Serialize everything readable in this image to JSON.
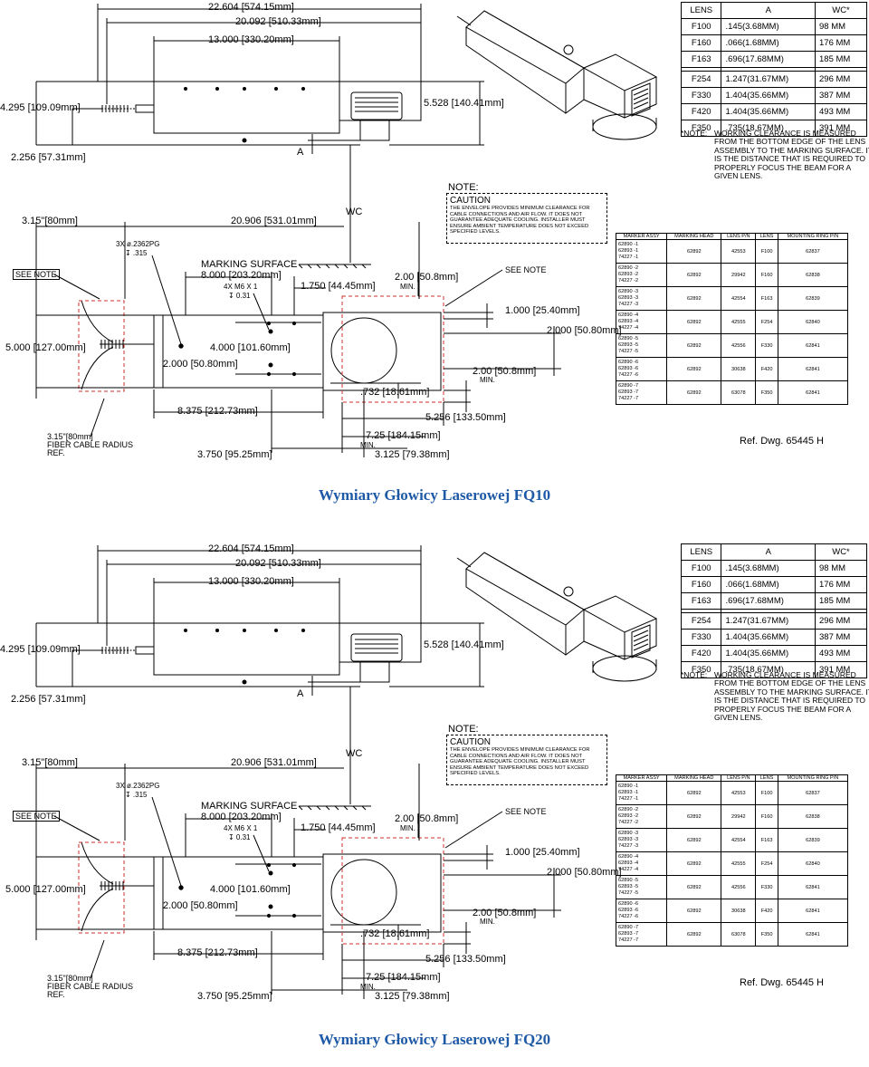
{
  "figures": [
    {
      "heading": "Wymiary Głowicy Laserowej FQ10",
      "dims": {
        "overall_length": "22.604 [574.15mm]",
        "body_length": "20.092 [510.33mm]",
        "housing_length": "13.000 [330.20mm]",
        "height_total": "4.295 [109.09mm]",
        "height_body": "2.256 [57.31mm]",
        "height_head": "5.528 [140.41mm]",
        "a_label": "A",
        "wc_label": "WC",
        "bend_width": "3.15\"[80mm]",
        "envelope_length": "20.906 [531.01mm]",
        "holes": "3X ø.2362PG",
        "holes_depth": "↧ .315",
        "marking_surface": "MARKING SURFACE",
        "mount_spacing": "8.000 [203.20mm]",
        "m6": "4X M6 X 1",
        "m6_depth": "↧ 0.31",
        "offset_1750": "1.750 [44.45mm]",
        "clear_top": "2.00 [50.8mm]",
        "min": "MIN.",
        "see_note_left": "SEE NOTE",
        "see_note_right": "SEE NOTE",
        "d_1000": "1.000 [25.40mm]",
        "d_2000_right": "2.000 [50.80mm]",
        "d_5000": "5.000 [127.00mm]",
        "d_4000": "4.000 [101.60mm]",
        "d_2000_left": "2.000 [50.80mm]",
        "clear_bottom": "2.00 [50.8mm]",
        "d_732": ".732 [18.61mm]",
        "d_8375": "8.375 [212.73mm]",
        "d_5256": "5.256 [133.50mm]",
        "d_725": "7.25 [184.15mm]",
        "d_3750": "3.750 [95.25mm]",
        "d_3125": "3.125 [79.38mm]",
        "fiber_radius": "3.15\"[80mm]",
        "fiber_label": "FIBER CABLE RADIUS",
        "fiber_ref": "REF."
      },
      "caution": {
        "title": "NOTE:",
        "heading": "CAUTION",
        "text": "THE ENVELOPE PROVIDES MINIMUM CLEARANCE FOR CABLE CONNECTIONS AND AIR FLOW. IT DOES NOT GUARANTEE ADEQUATE COOLING. INSTALLER MUST ENSURE AMBIENT TEMPERATURE DOES NOT EXCEED SPECIFIED LEVELS."
      },
      "lens_table": {
        "headers": [
          "LENS",
          "A",
          "WC*"
        ],
        "rows": [
          [
            "F100",
            ".145(3.68MM)",
            "98 MM"
          ],
          [
            "F160",
            ".066(1.68MM)",
            "176 MM"
          ],
          [
            "F163",
            ".696(17.68MM)",
            "185 MM"
          ],
          [
            "F254",
            "1.247(31.67MM)",
            "296 MM"
          ],
          [
            "F330",
            "1.404(35.66MM)",
            "387 MM"
          ],
          [
            "F420",
            "1.404(35.66MM)",
            "493 MM"
          ],
          [
            "F350",
            ".735(18.67MM)",
            "391 MM"
          ]
        ]
      },
      "wc_note": {
        "label": "*NOTE:",
        "text": "WORKING CLEARANCE IS MEASURED FROM THE BOTTOM EDGE OF THE LENS ASSEMBLY TO THE MARKING SURFACE. IT IS THE DISTANCE THAT IS REQUIRED TO PROPERLY FOCUS THE BEAM FOR A GIVEN LENS."
      },
      "marker_table": {
        "headers": [
          "MARKER ASSY",
          "MARKING HEAD",
          "LENS P/N",
          "LENS",
          "MOUNTING RING P/N"
        ],
        "rows": [
          [
            "62890 -1",
            "62893 -1",
            "74227 -1",
            "62892",
            "42553",
            "F100",
            "62837"
          ],
          [
            "62890 -2",
            "62893 -2",
            "74227 -2",
            "62892",
            "29942",
            "F160",
            "62838"
          ],
          [
            "62890 -3",
            "62893 -3",
            "74227 -3",
            "62892",
            "42554",
            "F163",
            "62839"
          ],
          [
            "62890 -4",
            "62893 -4",
            "74227 -4",
            "62892",
            "42555",
            "F254",
            "62840"
          ],
          [
            "62890 -5",
            "62893 -5",
            "74227 -5",
            "62892",
            "42556",
            "F330",
            "62841"
          ],
          [
            "62890 -6",
            "62893 -6",
            "74227 -6",
            "62892",
            "30638",
            "F420",
            "62841"
          ],
          [
            "62890 -7",
            "62893 -7",
            "74227 -7",
            "62892",
            "63078",
            "F350",
            "62841"
          ]
        ]
      },
      "ref": "Ref. Dwg. 65445 H"
    },
    {
      "heading": "Wymiary Głowicy Laserowej FQ20",
      "dims": {
        "overall_length": "22.604 [574.15mm]",
        "body_length": "20.092 [510.33mm]",
        "housing_length": "13.000 [330.20mm]",
        "height_total": "4.295 [109.09mm]",
        "height_body": "2.256 [57.31mm]",
        "height_head": "5.528 [140.41mm]",
        "a_label": "A",
        "wc_label": "WC",
        "bend_width": "3.15\"[80mm]",
        "envelope_length": "20.906 [531.01mm]",
        "holes": "3X ø.2362PG",
        "holes_depth": "↧ .315",
        "marking_surface": "MARKING SURFACE",
        "mount_spacing": "8.000 [203.20mm]",
        "m6": "4X M6 X 1",
        "m6_depth": "↧ 0.31",
        "offset_1750": "1.750 [44.45mm]",
        "clear_top": "2.00 [50.8mm]",
        "min": "MIN.",
        "see_note_left": "SEE NOTE",
        "see_note_right": "SEE NOTE",
        "d_1000": "1.000 [25.40mm]",
        "d_2000_right": "2.000 [50.80mm]",
        "d_5000": "5.000 [127.00mm]",
        "d_4000": "4.000 [101.60mm]",
        "d_2000_left": "2.000 [50.80mm]",
        "clear_bottom": "2.00 [50.8mm]",
        "d_732": ".732 [18.61mm]",
        "d_8375": "8.375 [212.73mm]",
        "d_5256": "5.256 [133.50mm]",
        "d_725": "7.25 [184.15mm]",
        "d_3750": "3.750 [95.25mm]",
        "d_3125": "3.125 [79.38mm]",
        "fiber_radius": "3.15\"[80mm]",
        "fiber_label": "FIBER CABLE RADIUS",
        "fiber_ref": "REF."
      },
      "caution": {
        "title": "NOTE:",
        "heading": "CAUTION",
        "text": "THE ENVELOPE PROVIDES MINIMUM CLEARANCE FOR CABLE CONNECTIONS AND AIR FLOW. IT DOES NOT GUARANTEE ADEQUATE COOLING. INSTALLER MUST ENSURE AMBIENT TEMPERATURE DOES NOT EXCEED SPECIFIED LEVELS."
      },
      "lens_table": {
        "headers": [
          "LENS",
          "A",
          "WC*"
        ],
        "rows": [
          [
            "F100",
            ".145(3.68MM)",
            "98 MM"
          ],
          [
            "F160",
            ".066(1.68MM)",
            "176 MM"
          ],
          [
            "F163",
            ".696(17.68MM)",
            "185 MM"
          ],
          [
            "F254",
            "1.247(31.67MM)",
            "296 MM"
          ],
          [
            "F330",
            "1.404(35.66MM)",
            "387 MM"
          ],
          [
            "F420",
            "1.404(35.66MM)",
            "493 MM"
          ],
          [
            "F350",
            ".735(18.67MM)",
            "391 MM"
          ]
        ]
      },
      "wc_note": {
        "label": "*NOTE:",
        "text": "WORKING CLEARANCE IS MEASURED FROM THE BOTTOM EDGE OF THE LENS ASSEMBLY TO THE MARKING SURFACE. IT IS THE DISTANCE THAT IS REQUIRED TO PROPERLY FOCUS THE BEAM FOR A GIVEN LENS."
      },
      "marker_table": {
        "headers": [
          "MARKER ASSY",
          "MARKING HEAD",
          "LENS P/N",
          "LENS",
          "MOUNTING RING P/N"
        ],
        "rows": [
          [
            "62890 -1",
            "62893 -1",
            "74227 -1",
            "62892",
            "42553",
            "F100",
            "62837"
          ],
          [
            "62890 -2",
            "62893 -2",
            "74227 -2",
            "62892",
            "29942",
            "F160",
            "62838"
          ],
          [
            "62890 -3",
            "62893 -3",
            "74227 -3",
            "62892",
            "42554",
            "F163",
            "62839"
          ],
          [
            "62890 -4",
            "62893 -4",
            "74227 -4",
            "62892",
            "42555",
            "F254",
            "62840"
          ],
          [
            "62890 -5",
            "62893 -5",
            "74227 -5",
            "62892",
            "42556",
            "F330",
            "62841"
          ],
          [
            "62890 -6",
            "62893 -6",
            "74227 -6",
            "62892",
            "30638",
            "F420",
            "62841"
          ],
          [
            "62890 -7",
            "62893 -7",
            "74227 -7",
            "62892",
            "63078",
            "F350",
            "62841"
          ]
        ]
      },
      "ref": "Ref. Dwg. 65445 H"
    }
  ],
  "colors": {
    "heading": "#1f5aa6",
    "envelope_dash": "#d0302a",
    "line": "#000000"
  }
}
